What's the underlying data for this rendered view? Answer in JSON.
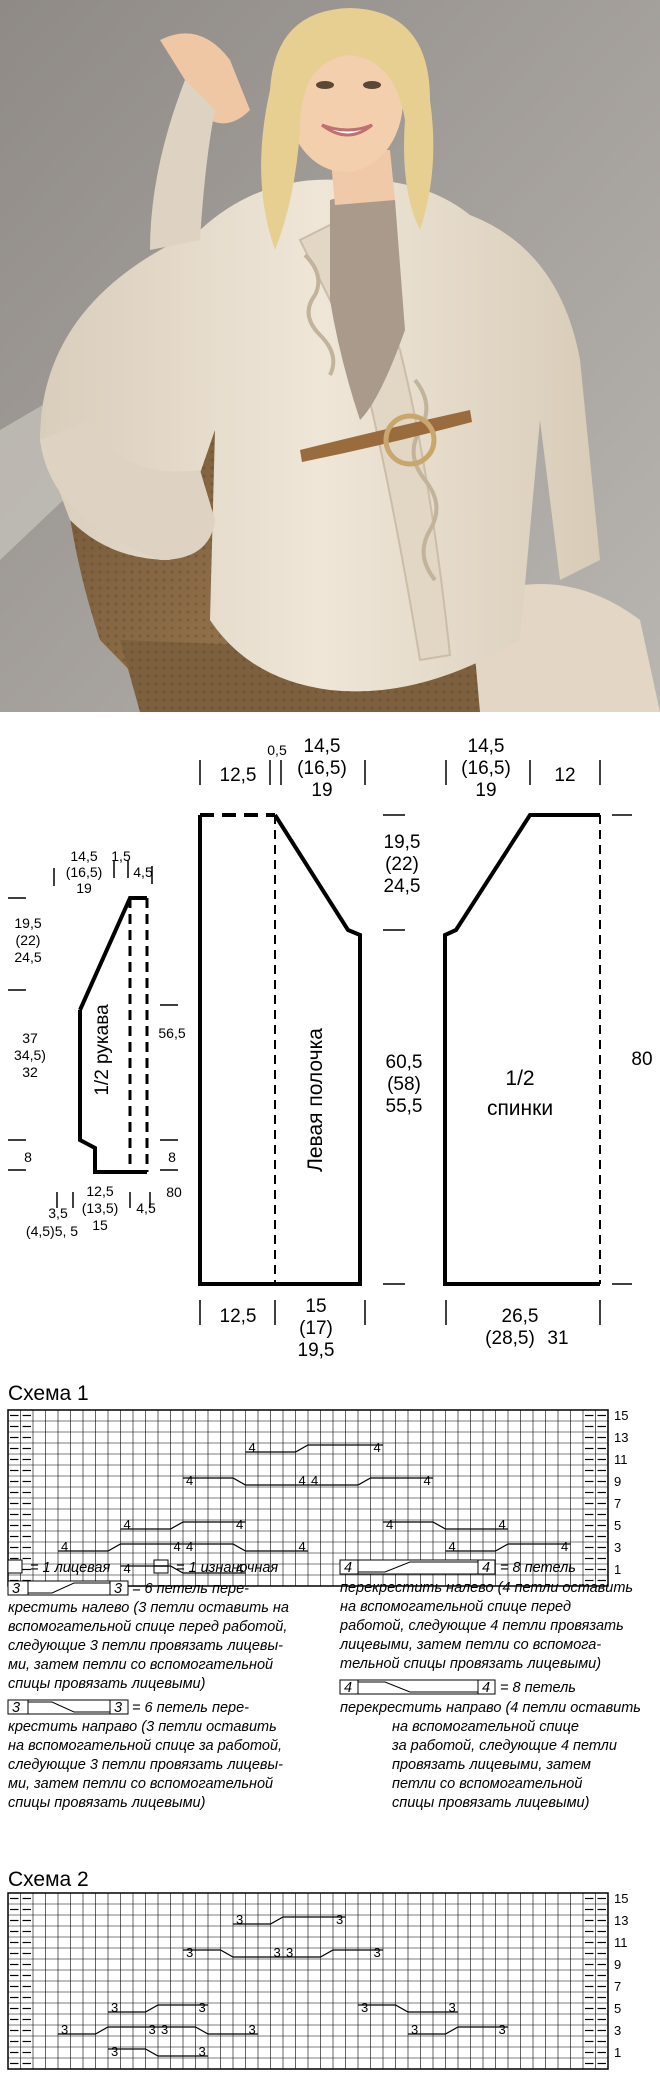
{
  "photo": {
    "alt": "",
    "colors": {
      "background": "#9a9590",
      "floor": "#a7a39e",
      "cardigan": "#e6dccd",
      "chair": "#8b6b44",
      "shirt": "#a99a8c",
      "hair": "#e7cf92"
    }
  },
  "sleeve": {
    "label": "1/2 рукава",
    "top_width": [
      "14,5",
      "(16,5)",
      "19"
    ],
    "top_right": [
      "1,5",
      "4,5"
    ],
    "cap_height": [
      "19,5",
      "(22)",
      "24,5"
    ],
    "body_height": [
      "37",
      "34,5)",
      "32"
    ],
    "cuff_left": "8",
    "cuff_right": "8",
    "right_height": "56,5",
    "total_right": "80",
    "bottom_left": [
      "3,5",
      "(4,5)5, 5"
    ],
    "bottom_width": [
      "12,5",
      "(13,5)",
      "15"
    ],
    "bottom_right": "4,5"
  },
  "front": {
    "label": "Левая полочка",
    "top_left": "12,5",
    "top_right_small": "0,5",
    "top_width": [
      "14,5",
      "(16,5)",
      "19"
    ],
    "neck_height": [
      "19,5",
      "(22)",
      "24,5"
    ],
    "body_height": [
      "60,5",
      "(58)",
      "55,5"
    ],
    "bottom_left": "12,5",
    "bottom_right": [
      "15",
      "(17)",
      "19,5"
    ]
  },
  "back": {
    "label_line1": "1/2",
    "label_line2": "спинки",
    "top_width": [
      "14,5",
      "(16,5)",
      "19"
    ],
    "top_right": "12",
    "total_height": "80",
    "bottom_width": [
      "26,5",
      "(28,5)",
      "31"
    ]
  },
  "scheme1": {
    "title": "Схема 1",
    "rows": [
      "15",
      "13",
      "11",
      "9",
      "7",
      "5",
      "3",
      "1"
    ],
    "cable_number": "4"
  },
  "legend": {
    "knit": "= 1 лицевая",
    "purl": "= 1 изнаночная",
    "cross3_left_label": "3",
    "cross3_left": "= 6 петель пере-",
    "cross3_left_text": [
      "крестить налево (3 петли оставить на",
      "вспомогательной спице перед работой,",
      "следующие 3 петли провязать лицевы-",
      "ми, затем петли со вспомогательной",
      "спицы провязать лицевыми)"
    ],
    "cross3_right_label": "3",
    "cross3_right": "= 6 петель пере-",
    "cross3_right_text": [
      "крестить направо (3 петли оставить",
      "на вспомогательной спице за работой,",
      "следующие 3 петли провязать лицевы-",
      "ми, затем петли со вспомогательной",
      "спицы провязать лицевыми)"
    ],
    "cross4_left_label": "4",
    "cross4_left": "= 8 петель",
    "cross4_left_text": [
      "перекрестить налево (4 петли оставить",
      "на вспомогательной спице перед",
      "работой, следующие 4 петли провязать",
      "лицевыми, затем петли со вспомога-",
      "тельной спицы провязать лицевыми)"
    ],
    "cross4_right_label": "4",
    "cross4_right": "= 8 петель",
    "cross4_right_text": [
      "перекрестить направо (4 петли оставить",
      "на вспомогательной спице",
      "за работой, следующие 4 петли",
      "провязать лицевыми, затем",
      "петли со вспомогательной",
      "спицы провязать лицевыми)"
    ]
  },
  "scheme2": {
    "title": "Схема 2",
    "rows": [
      "15",
      "13",
      "11",
      "9",
      "7",
      "5",
      "3",
      "1"
    ],
    "cable_number": "3"
  }
}
